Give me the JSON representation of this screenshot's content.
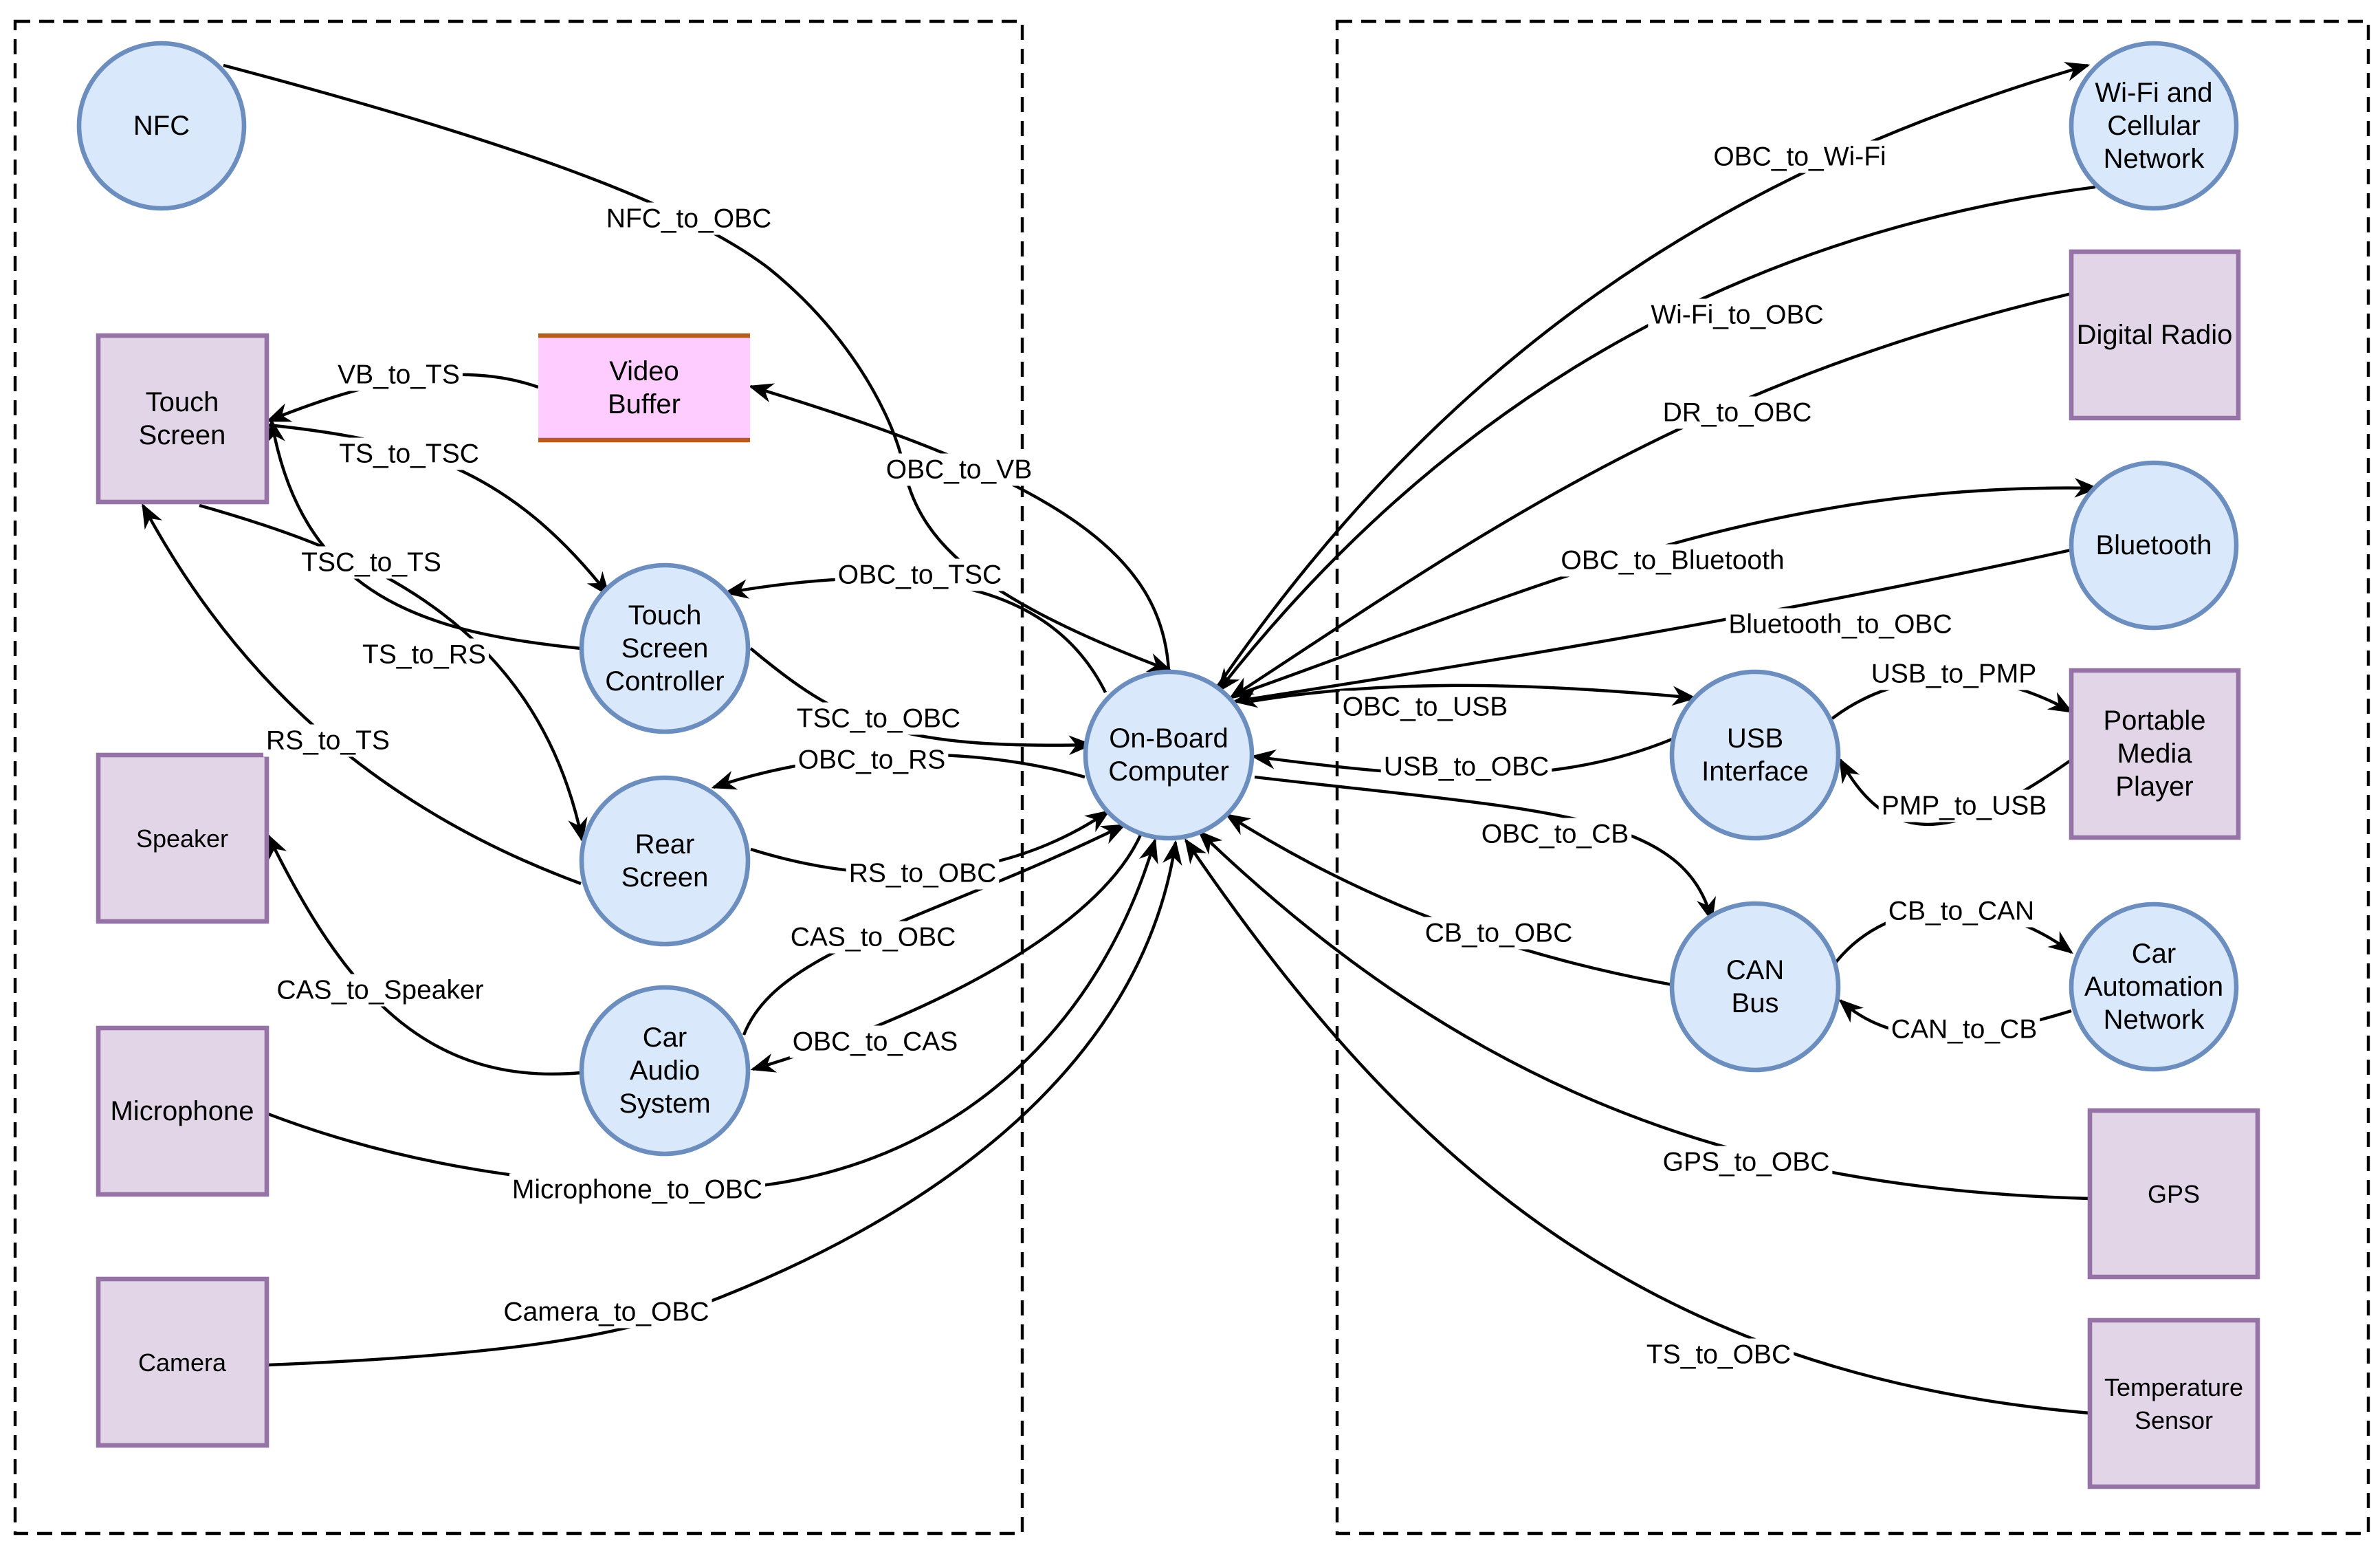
{
  "nodes": {
    "nfc": {
      "label": [
        "NFC"
      ]
    },
    "touch_screen": {
      "label": [
        "Touch",
        "Screen"
      ]
    },
    "video_buffer": {
      "label": [
        "Video",
        "Buffer"
      ]
    },
    "touch_screen_controller": {
      "label": [
        "Touch",
        "Screen",
        "Controller"
      ]
    },
    "speaker": {
      "label": [
        "Speaker"
      ]
    },
    "rear_screen": {
      "label": [
        "Rear",
        "Screen"
      ]
    },
    "microphone": {
      "label": [
        "Microphone"
      ]
    },
    "car_audio_system": {
      "label": [
        "Car",
        "Audio",
        "System"
      ]
    },
    "camera": {
      "label": [
        "Camera"
      ]
    },
    "obc": {
      "label": [
        "On-Board",
        "Computer"
      ]
    },
    "wifi": {
      "label": [
        "Wi-Fi and",
        "Cellular",
        "Network"
      ]
    },
    "digital_radio": {
      "label": [
        "Digital Radio"
      ]
    },
    "bluetooth": {
      "label": [
        "Bluetooth"
      ]
    },
    "usb_interface": {
      "label": [
        "USB",
        "Interface"
      ]
    },
    "pmp": {
      "label": [
        "Portable",
        "Media",
        "Player"
      ]
    },
    "can_bus": {
      "label": [
        "CAN",
        "Bus"
      ]
    },
    "can": {
      "label": [
        "Car",
        "Automation",
        "Network"
      ]
    },
    "gps": {
      "label": [
        "GPS"
      ]
    },
    "temperature_sensor": {
      "label": [
        "Temperature",
        "Sensor"
      ]
    }
  },
  "flows": {
    "nfc_to_obc": "NFC_to_OBC",
    "vb_to_ts": "VB_to_TS",
    "ts_to_tsc": "TS_to_TSC",
    "obc_to_vb": "OBC_to_VB",
    "tsc_to_ts": "TSC_to_TS",
    "obc_to_tsc": "OBC_to_TSC",
    "ts_to_rs": "TS_to_RS",
    "tsc_to_obc": "TSC_to_OBC",
    "rs_to_ts": "RS_to_TS",
    "obc_to_rs": "OBC_to_RS",
    "rs_to_obc": "RS_to_OBC",
    "cas_to_obc": "CAS_to_OBC",
    "cas_to_speaker": "CAS_to_Speaker",
    "obc_to_cas": "OBC_to_CAS",
    "microphone_to_obc": "Microphone_to_OBC",
    "camera_to_obc": "Camera_to_OBC",
    "obc_to_wifi": "OBC_to_Wi-Fi",
    "wifi_to_obc": "Wi-Fi_to_OBC",
    "dr_to_obc": "DR_to_OBC",
    "obc_to_bluetooth": "OBC_to_Bluetooth",
    "bluetooth_to_obc": "Bluetooth_to_OBC",
    "obc_to_usb": "OBC_to_USB",
    "usb_to_pmp": "USB_to_PMP",
    "usb_to_obc": "USB_to_OBC",
    "pmp_to_usb": "PMP_to_USB",
    "obc_to_cb": "OBC_to_CB",
    "cb_to_can": "CB_to_CAN",
    "cb_to_obc": "CB_to_OBC",
    "can_to_cb": "CAN_to_CB",
    "gps_to_obc": "GPS_to_OBC",
    "ts_to_obc": "TS_to_OBC"
  }
}
